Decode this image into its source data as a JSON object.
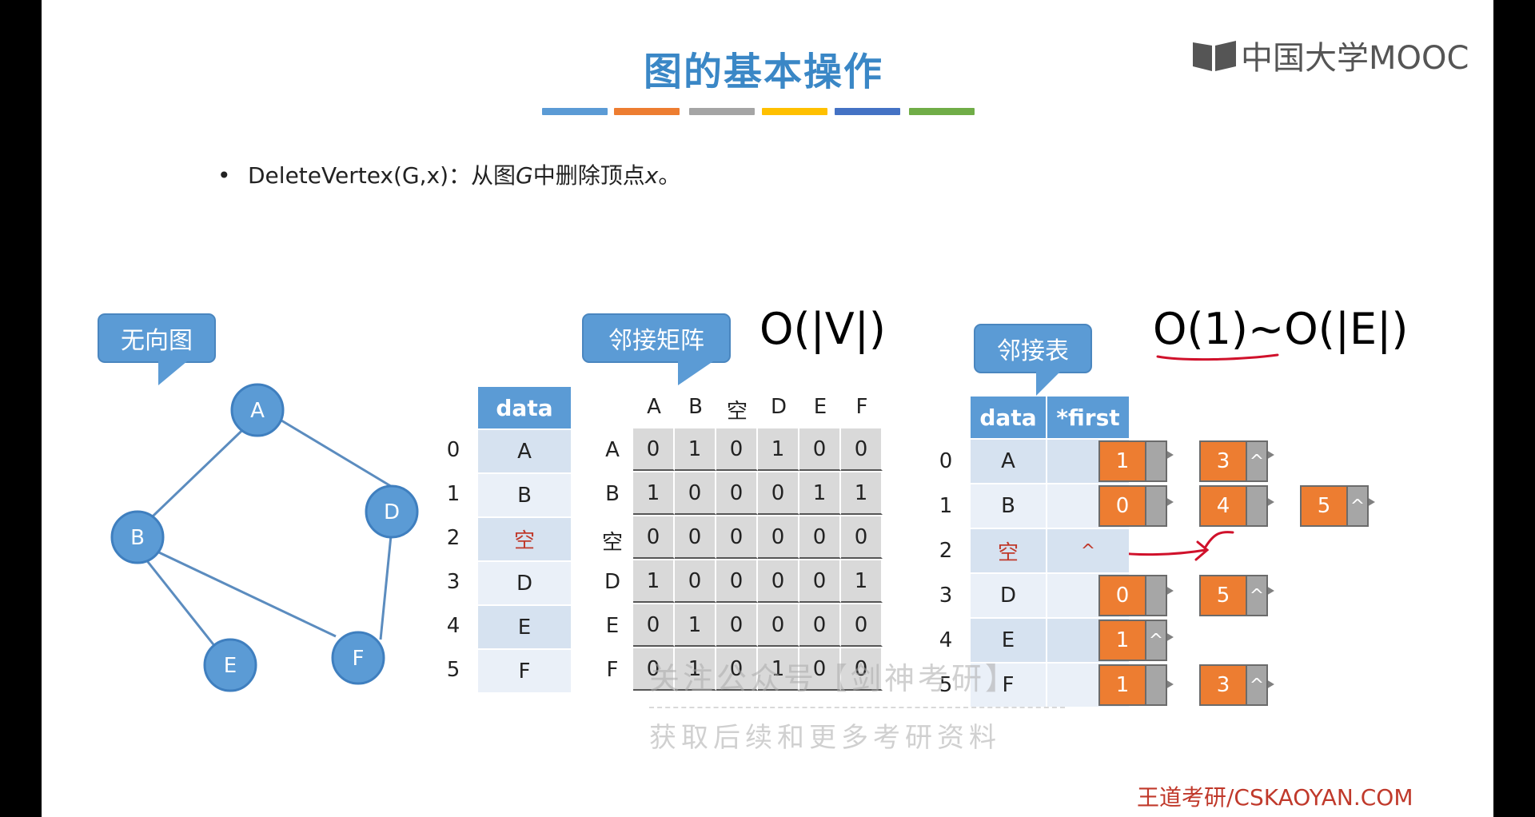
{
  "title": "图的基本操作",
  "logo_text": "中国大学MOOC",
  "bullet": {
    "marker": "•",
    "prefix": "DeleteVertex(G,x)：从图",
    "g": "G",
    "mid": "中删除顶点",
    "x": "x",
    "suffix": "。"
  },
  "callouts": {
    "undirected": "无向图",
    "matrix": "邻接矩阵",
    "list": "邻接表"
  },
  "complexity": {
    "matrix": "O(|V|)",
    "list": "O(1)~O(|E|)"
  },
  "graph": {
    "vertices": [
      "A",
      "B",
      "D",
      "E",
      "F"
    ]
  },
  "vertex_table": {
    "header": "data",
    "rows": [
      {
        "index": "0",
        "value": "A",
        "deleted": false
      },
      {
        "index": "1",
        "value": "B",
        "deleted": false
      },
      {
        "index": "2",
        "value": "空",
        "deleted": true
      },
      {
        "index": "3",
        "value": "D",
        "deleted": false
      },
      {
        "index": "4",
        "value": "E",
        "deleted": false
      },
      {
        "index": "5",
        "value": "F",
        "deleted": false
      }
    ]
  },
  "matrix": {
    "col_headers": [
      "A",
      "B",
      "空",
      "D",
      "E",
      "F"
    ],
    "row_headers": [
      "A",
      "B",
      "空",
      "D",
      "E",
      "F"
    ],
    "deleted_index": 2,
    "values": [
      [
        "0",
        "1",
        "0",
        "1",
        "0",
        "0"
      ],
      [
        "1",
        "0",
        "0",
        "0",
        "1",
        "1"
      ],
      [
        "0",
        "0",
        "0",
        "0",
        "0",
        "0"
      ],
      [
        "1",
        "0",
        "0",
        "0",
        "0",
        "1"
      ],
      [
        "0",
        "1",
        "0",
        "0",
        "0",
        "0"
      ],
      [
        "0",
        "1",
        "0",
        "1",
        "0",
        "0"
      ]
    ]
  },
  "list_table": {
    "headers": [
      "data",
      "*first"
    ],
    "rows": [
      {
        "index": "0",
        "value": "A",
        "first": "",
        "deleted": false,
        "nodes": [
          {
            "v": "1",
            "null": false
          },
          {
            "v": "3",
            "null": true
          }
        ]
      },
      {
        "index": "1",
        "value": "B",
        "first": "",
        "deleted": false,
        "nodes": [
          {
            "v": "0",
            "null": false
          },
          {
            "v": "4",
            "null": false
          },
          {
            "v": "5",
            "null": true
          }
        ]
      },
      {
        "index": "2",
        "value": "空",
        "first": "^",
        "deleted": true,
        "nodes": []
      },
      {
        "index": "3",
        "value": "D",
        "first": "",
        "deleted": false,
        "nodes": [
          {
            "v": "0",
            "null": false
          },
          {
            "v": "5",
            "null": true
          }
        ]
      },
      {
        "index": "4",
        "value": "E",
        "first": "",
        "deleted": false,
        "nodes": [
          {
            "v": "1",
            "null": true
          }
        ]
      },
      {
        "index": "5",
        "value": "F",
        "first": "",
        "deleted": false,
        "nodes": [
          {
            "v": "1",
            "null": false
          },
          {
            "v": "3",
            "null": true
          }
        ]
      }
    ],
    "null_symbol": "^"
  },
  "watermark": {
    "line1": "关注公众号【剑神考研】",
    "line2": "获取后续和更多考研资料"
  },
  "footer": "王道考研/CSKAOYAN.COM"
}
